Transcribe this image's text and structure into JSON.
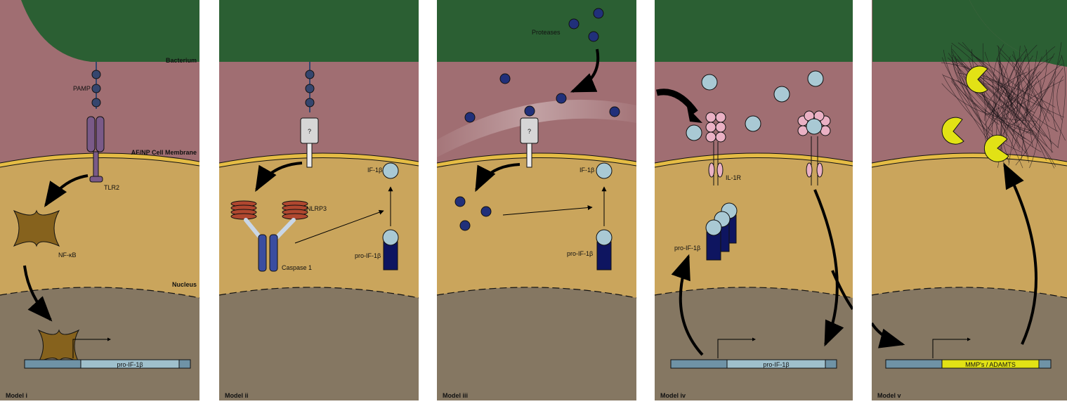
{
  "colors": {
    "bacterium": "#2b5f33",
    "extracellular": "#a06e72",
    "cytoplasm": "#caa55c",
    "nucleus": "#857762",
    "membrane": "#e5bc45",
    "pamp": "#35466e",
    "tlr": "#7a5a88",
    "nfkb": "#86621d",
    "protease": "#21307a",
    "il1": "#a9c9d4",
    "pro_il1_base": "#0e1560",
    "nlrp3": "#b0472f",
    "caspase": "#3a4da0",
    "receptor": "#eab1c4",
    "mmp": "#e2e215",
    "gene_left": "#6f93a6",
    "gene_right": "#9fc0cc"
  },
  "labels": {
    "bacterium": "Bacterium",
    "membrane": "AF/NP Cell Membrane",
    "nucleus": "Nucleus",
    "pamp": "PAMP",
    "tlr2": "TLR2",
    "nfkb": "NF-κB",
    "pro_il1_gene": "pro-IF-1β",
    "unknown": "?",
    "nlrp3": "NLRP3",
    "caspase1": "Caspase 1",
    "il1b": "IF-1β",
    "pro_il1b": "pro-IF-1β",
    "proteases": "Proteases",
    "il1r": "IL-1R",
    "mmp_gene": "MMP's / ADAMTS"
  },
  "panels": [
    {
      "id": "i",
      "title": "Model i"
    },
    {
      "id": "ii",
      "title": "Model ii"
    },
    {
      "id": "iii",
      "title": "Model iii"
    },
    {
      "id": "iv",
      "title": "Model iv"
    },
    {
      "id": "v",
      "title": "Model v"
    }
  ]
}
